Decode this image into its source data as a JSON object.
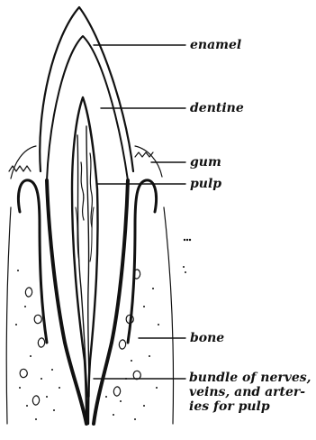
{
  "labels": {
    "enamel": "enamel",
    "dentine": "dentine",
    "gum": "gum",
    "pulp": "pulp",
    "bone": "bone",
    "bundle_line1": "bundle of nerves,",
    "bundle_line2": "veins, and arter-",
    "bundle_line3": "ies for pulp"
  },
  "colors": {
    "ink": "#111111",
    "paper": "#ffffff"
  }
}
